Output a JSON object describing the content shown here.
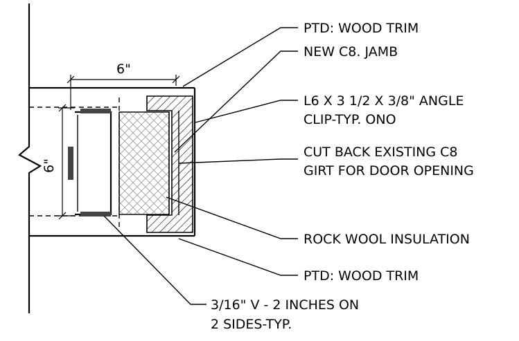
{
  "callouts": {
    "wood_trim_top": "PTD: WOOD TRIM",
    "jamb": "NEW C8. JAMB",
    "angle_line1": "L6 X 3 1/2 X 3/8\" ANGLE",
    "angle_line2": "CLIP-TYP. ONO",
    "cut_back_line1": "CUT BACK EXISTING C8",
    "cut_back_line2": "GIRT FOR DOOR OPENING",
    "insulation": "ROCK WOOL INSULATION",
    "wood_trim_bottom": "PTD: WOOD TRIM",
    "weld_line1": "3/16\" V - 2 INCHES ON",
    "weld_line2": "2 SIDES-TYP."
  },
  "dimensions": {
    "horizontal": "6\"",
    "vertical": "6\""
  }
}
